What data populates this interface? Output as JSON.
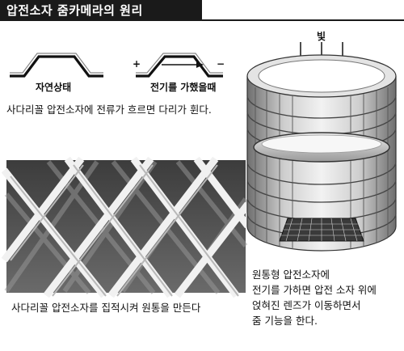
{
  "header": {
    "title": "압전소자 줌카메라의 원리"
  },
  "states": {
    "natural": "자연상태",
    "voltage": "전기를 가했을때",
    "plus": "+",
    "minus": "−"
  },
  "captions": {
    "ladder": "사다리꼴 압전소자에 전류가 흐르면 다리가 휜다.",
    "integrate": "사다리꼴 압전소자를 집적시켜 원통을 만든다",
    "cylinder": [
      "원통형 압전소자에",
      "전기를 가하면 압전 소자 위에",
      "얹혀진 렌즈가 이동하면서",
      "줌 기능을 한다."
    ]
  },
  "cylinder_diagram": {
    "light_label": "빛"
  },
  "colors": {
    "ink": "#1a1a1a",
    "mid": "#8a8a8a",
    "light": "#d4d4d4"
  }
}
